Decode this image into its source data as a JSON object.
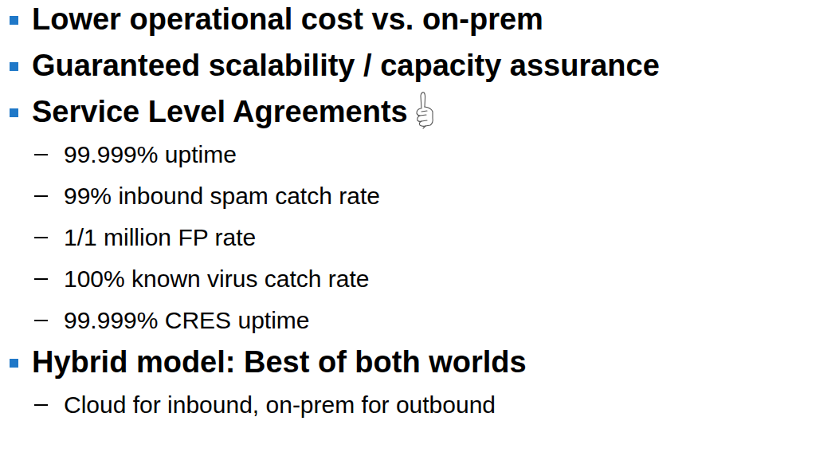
{
  "diagram": {
    "labels": [
      "Lower operational cost vs. on-prem",
      "Guaranteed scalability / capacity assurance",
      "Service Level Agreements",
      "99.999% uptime",
      "99% inbound spam catch rate",
      "1/1 million FP rate",
      "100% known virus catch rate",
      "99.999% CRES uptime",
      "Hybrid model: Best of both worlds",
      "Cloud for inbound, on-prem for outbound"
    ]
  }
}
